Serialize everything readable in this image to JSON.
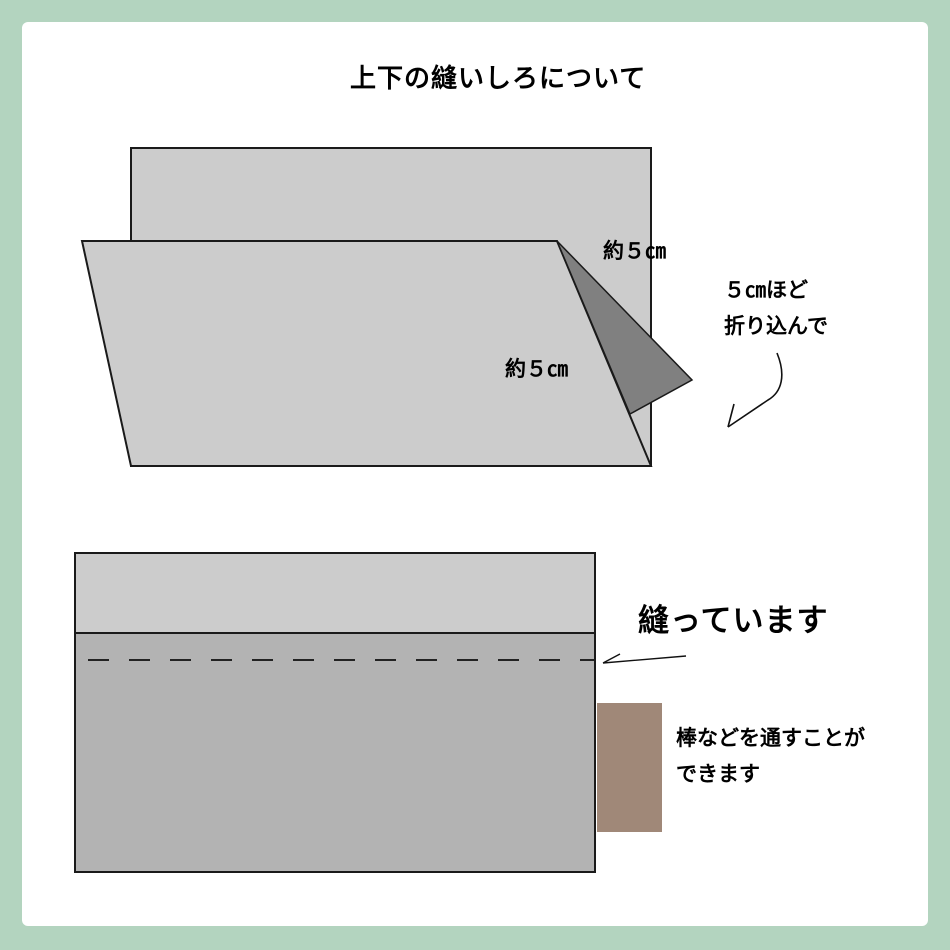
{
  "title": "上下の縫いしろについて",
  "top_diagram": {
    "label_fold_depth": "約５㎝",
    "label_side": "約５㎝",
    "note_line1": "５㎝ほど",
    "note_line2": "折り込んで",
    "colors": {
      "fabric_light": "#cccccc",
      "flap_dark": "#808080",
      "outline": "#1a1a1a"
    }
  },
  "bottom_diagram": {
    "sewn_label": "縫っています",
    "rod_note_line1": "棒などを通すことが",
    "rod_note_line2": "できます",
    "colors": {
      "hem_band": "#cccccc",
      "body": "#b3b3b3",
      "rod": "#a08878",
      "stitch_line": "#222222"
    }
  },
  "colors": {
    "background": "#b3d4bf",
    "card": "#ffffff"
  }
}
